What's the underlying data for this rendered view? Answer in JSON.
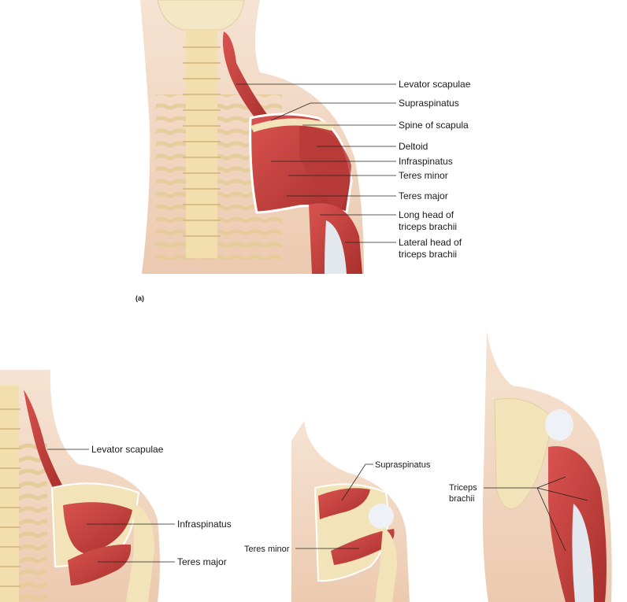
{
  "panel_a": {
    "panel_label": "(a)",
    "labels": {
      "levator_scapulae": "Levator scapulae",
      "supraspinatus": "Supraspinatus",
      "spine_of_scapula": "Spine of scapula",
      "deltoid": "Deltoid",
      "infraspinatus": "Infraspinatus",
      "teres_minor": "Teres minor",
      "teres_major": "Teres major",
      "long_head_1": "Long head of",
      "long_head_2": "triceps brachii",
      "lateral_head_1": "Lateral head of",
      "lateral_head_2": "triceps brachii"
    }
  },
  "panel_b": {
    "labels": {
      "levator_scapulae": "Levator scapulae",
      "infraspinatus": "Infraspinatus",
      "teres_major": "Teres major"
    }
  },
  "panel_c": {
    "labels": {
      "supraspinatus": "Supraspinatus",
      "teres_minor": "Teres minor"
    }
  },
  "panel_d": {
    "labels": {
      "triceps_1": "Triceps",
      "triceps_2": "brachii"
    }
  },
  "colors": {
    "skin": "#f2d9c4",
    "bone": "#f1ddb0",
    "muscle": "#c8423f",
    "tendon": "#e3e8ef"
  }
}
